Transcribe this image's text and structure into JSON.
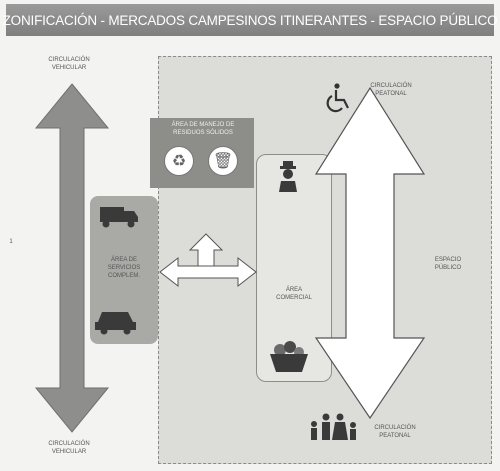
{
  "title": "ZONIFICACIÓN - MERCADOS CAMPESINOS ITINERANTES - ESPACIO PÚBLICO",
  "labels": {
    "circ_vehicular_top": [
      "CIRCULACIÓN",
      "VEHICULAR"
    ],
    "circ_vehicular_bottom": [
      "CIRCULACIÓN",
      "VEHICULAR"
    ],
    "circ_peatonal_top": [
      "CIRCULACIÓN",
      "PEATONAL"
    ],
    "circ_peatonal_bottom": [
      "CIRCULACIÓN",
      "PEATONAL"
    ],
    "area_servicios": [
      "ÁREA DE",
      "SERVICIOS",
      "COMPLEM."
    ],
    "area_residuos": [
      "ÁREA DE MANEJO DE",
      "RESIDUOS SÓLIDOS"
    ],
    "area_comercial": [
      "ÁREA",
      "COMERCIAL"
    ],
    "espacio_publico": [
      "ESPACIO",
      "PÚBLICO"
    ]
  },
  "side_mark": "1",
  "icons": {
    "accessibility": "wheelchair-icon",
    "recycling": "recycle-icon",
    "trash": "trash-bin-icon",
    "vendor": "farmer-vendor-icon",
    "truck": "truck-icon",
    "car": "car-icon",
    "produce": "produce-basket-icon",
    "family": "family-pedestrians-icon"
  },
  "colors": {
    "banner": "#8a8a8a",
    "arrow_fill": "#8e8e8c",
    "outline_arrow": "#ffffff",
    "zone_public": "#dcdcd9"
  }
}
